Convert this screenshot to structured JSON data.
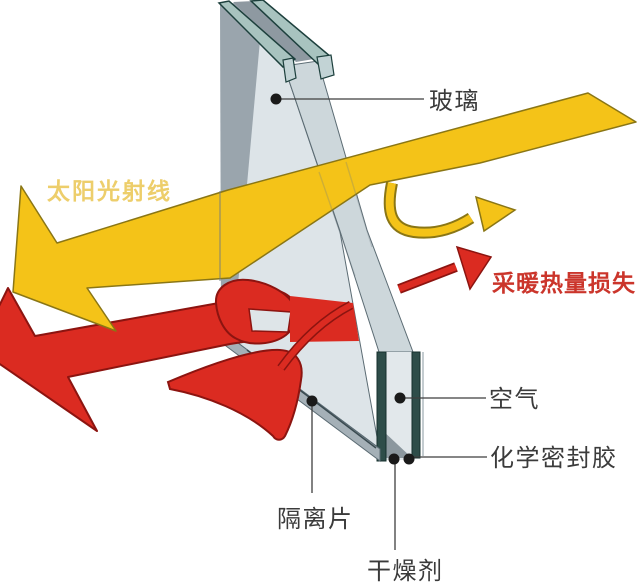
{
  "diagram": {
    "type": "insulated-glazing-unit-cross-section",
    "background": "#ffffff",
    "labels": {
      "glass": "玻璃",
      "solar_ray": "太阳光射线",
      "heat_loss": "采暖热量损失",
      "air": "空气",
      "sealant": "化学密封胶",
      "spacer": "隔离片",
      "desiccant": "干燥剂"
    },
    "colors": {
      "solar_arrow": "#F4C318",
      "solar_arrow_outline": "#8a7615",
      "solar_text": "#EDCE6B",
      "heat_arrow": "#DB2B21",
      "heat_arrow_outline": "#8c1410",
      "heat_text": "#CB352B",
      "label_text": "#3B3B3B",
      "leader_line": "#3f3f3f",
      "glass_face": "#DDE4E8",
      "glass_sliver": "#CDD7DB",
      "glass_air_gap": "#E2E8EB",
      "glass_edge_teal": "#2E4D49",
      "glass_top_edge": "#A8C3BF",
      "glass_bottom_face": "#A5B0B7",
      "glass_side_dark": "#9AA5AD",
      "anchor_dot": "#1a1a1a"
    }
  }
}
